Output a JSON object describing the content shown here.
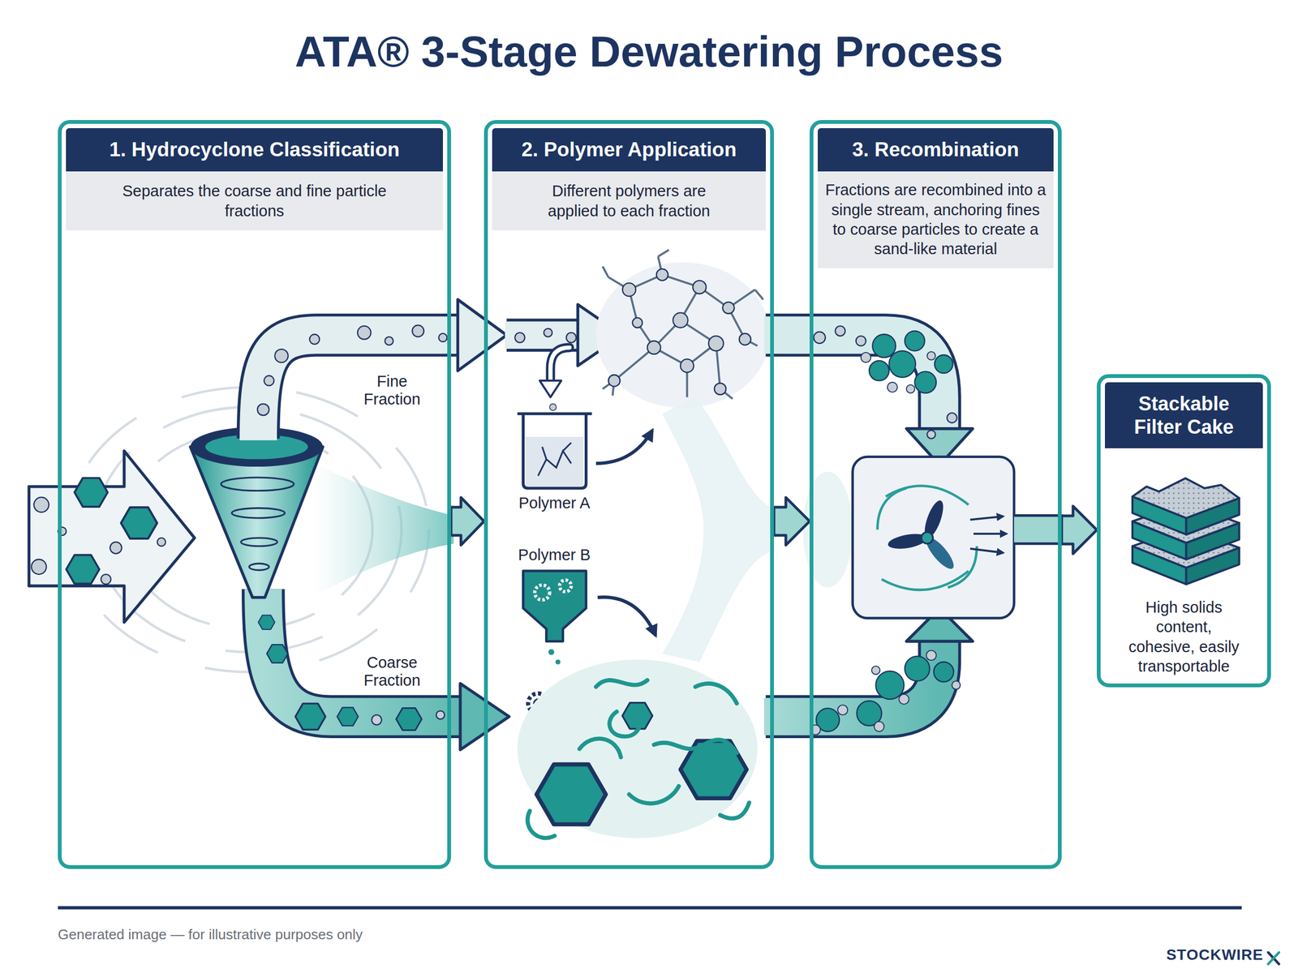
{
  "diagram": {
    "title": "ATA® 3-Stage Dewatering Process",
    "nodes": [
      {
        "text": [
          "1. Hydrocyclone Classification",
          "Separates the coarse and fine particle fractions"
        ]
      },
      {
        "text": [
          "2. Polymer Application",
          "Different polymers are applied to each fraction"
        ]
      },
      {
        "text": [
          "3. Recombination",
          "Fractions are recombined into a single stream, anchoring fines to coarse particles to create a sand-like material"
        ]
      },
      {
        "text": [
          "Stackable Filter Cake",
          "High solids content, cohesive, easily transportable"
        ]
      }
    ],
    "edges": [
      {
        "from": 0,
        "to": 1,
        "arrow": "to"
      },
      {
        "from": 1,
        "to": 2,
        "arrow": "to"
      },
      {
        "from": 2,
        "to": 3,
        "arrow": "to"
      }
    ],
    "labels": [
      "Fine Fraction",
      "Coarse Fraction",
      "Polymer A",
      "Polymer B",
      "Generated image — for illustrative purposes only",
      "STOCKWIRE"
    ]
  }
}
